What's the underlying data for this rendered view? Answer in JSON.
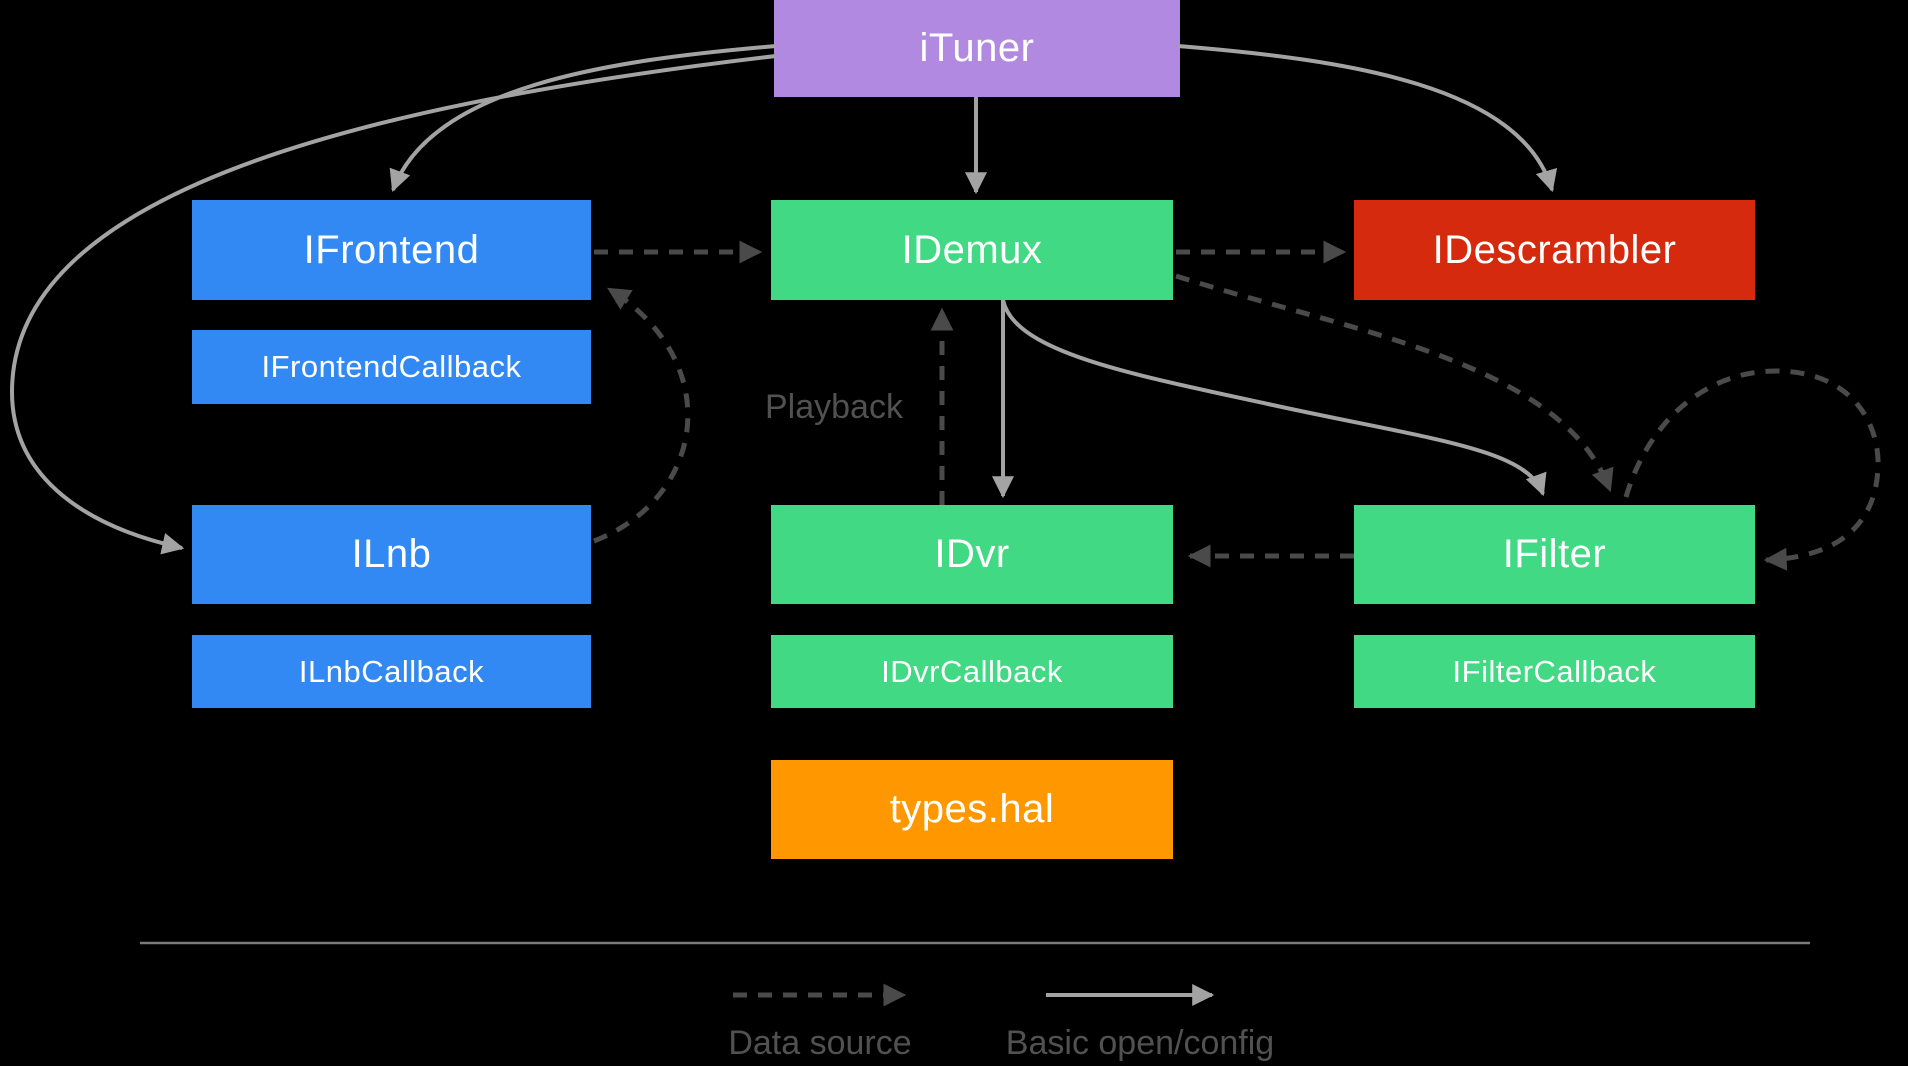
{
  "colors": {
    "background": "#000000",
    "purple": "#b289e1",
    "blue": "#3389f3",
    "green": "#41d983",
    "red": "#d62a0e",
    "orange": "#ff9800",
    "node_text": "#ffffff",
    "solid_arrow": "#a3a3a3",
    "dashed_arrow": "#4a4a4a",
    "divider": "#7b7b7b",
    "muted_text": "#515151"
  },
  "nodes": {
    "ituner": {
      "label": "iTuner"
    },
    "ifrontend": {
      "label": "IFrontend"
    },
    "ifrontend_callback": {
      "label": "IFrontendCallback"
    },
    "idemux": {
      "label": "IDemux"
    },
    "idescrambler": {
      "label": "IDescrambler"
    },
    "ilnb": {
      "label": "ILnb"
    },
    "ilnb_callback": {
      "label": "ILnbCallback"
    },
    "idvr": {
      "label": "IDvr"
    },
    "idvr_callback": {
      "label": "IDvrCallback"
    },
    "ifilter": {
      "label": "IFilter"
    },
    "ifilter_callback": {
      "label": "IFilterCallback"
    },
    "types_hal": {
      "label": "types.hal"
    }
  },
  "annotations": {
    "playback": "Playback"
  },
  "legend": {
    "data_source": "Data source",
    "basic_open_config": "Basic open/config"
  },
  "edges": [
    {
      "from": "ituner",
      "to": "idemux",
      "style": "solid"
    },
    {
      "from": "ituner",
      "to": "ifrontend",
      "style": "solid"
    },
    {
      "from": "ituner",
      "to": "ilnb",
      "style": "solid"
    },
    {
      "from": "ituner",
      "to": "idescrambler",
      "style": "solid"
    },
    {
      "from": "idemux",
      "to": "idvr",
      "style": "solid"
    },
    {
      "from": "idemux",
      "to": "ifilter",
      "style": "solid"
    },
    {
      "from": "ifrontend",
      "to": "idemux",
      "style": "dashed"
    },
    {
      "from": "idemux",
      "to": "idescrambler",
      "style": "dashed"
    },
    {
      "from": "ilnb",
      "to": "ifrontend",
      "style": "dashed"
    },
    {
      "from": "idvr",
      "to": "idemux",
      "style": "dashed",
      "label": "Playback"
    },
    {
      "from": "idemux",
      "to": "ifilter",
      "style": "dashed"
    },
    {
      "from": "ifilter",
      "to": "idvr",
      "style": "dashed"
    },
    {
      "from": "ifilter",
      "to": "ifilter",
      "style": "dashed"
    }
  ]
}
